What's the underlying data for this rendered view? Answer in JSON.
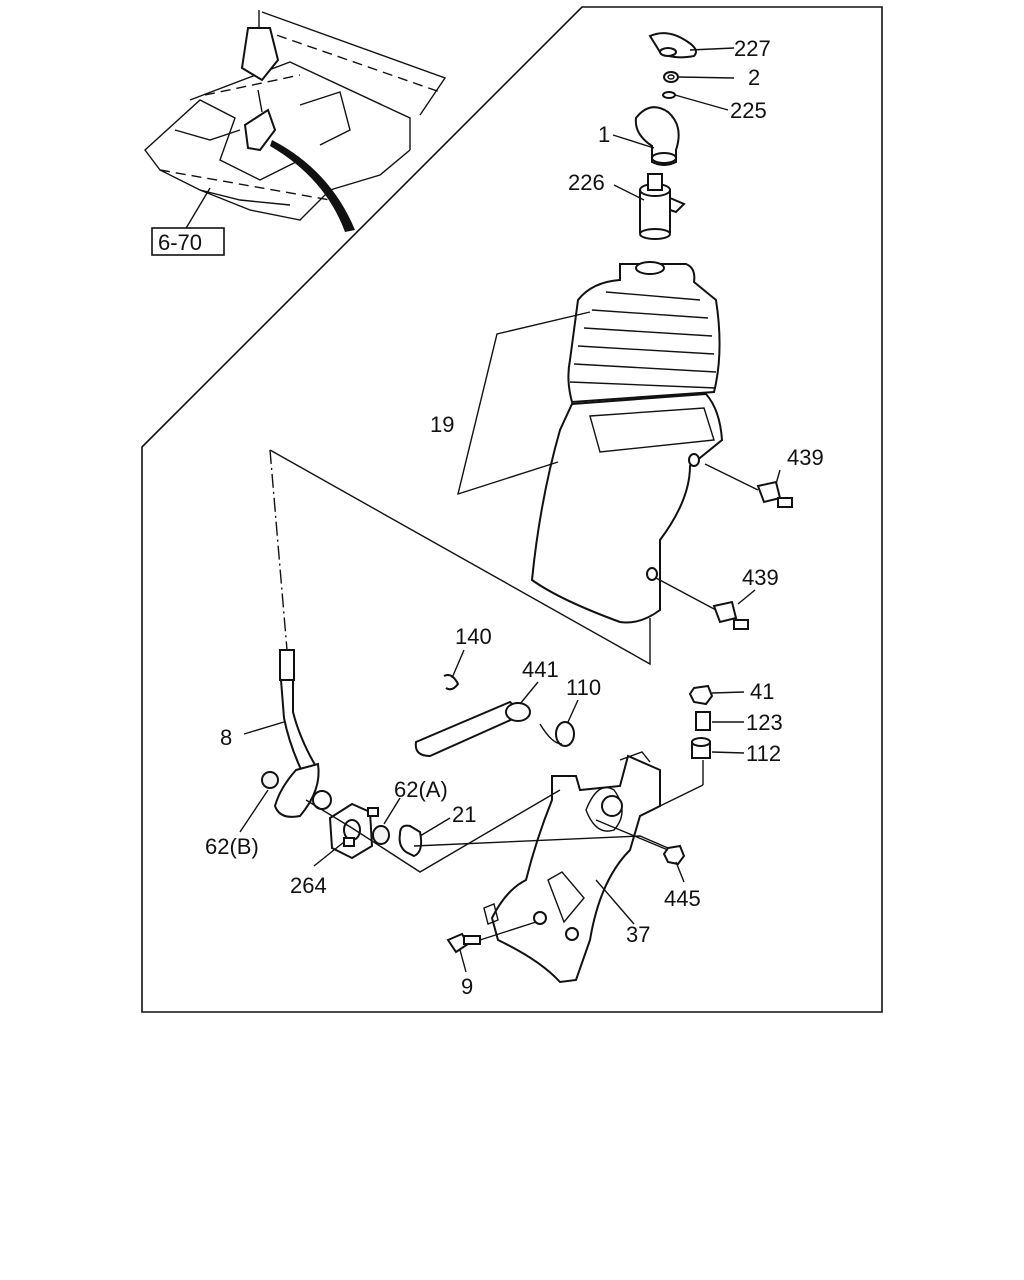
{
  "reference_box": {
    "label": "6-70"
  },
  "callouts": [
    {
      "id": "227",
      "text": "227"
    },
    {
      "id": "2",
      "text": "2"
    },
    {
      "id": "225",
      "text": "225"
    },
    {
      "id": "1",
      "text": "1"
    },
    {
      "id": "226",
      "text": "226"
    },
    {
      "id": "19",
      "text": "19"
    },
    {
      "id": "439a",
      "text": "439"
    },
    {
      "id": "439b",
      "text": "439"
    },
    {
      "id": "140",
      "text": "140"
    },
    {
      "id": "441",
      "text": "441"
    },
    {
      "id": "110",
      "text": "110"
    },
    {
      "id": "41",
      "text": "41"
    },
    {
      "id": "123",
      "text": "123"
    },
    {
      "id": "112",
      "text": "112"
    },
    {
      "id": "8",
      "text": "8"
    },
    {
      "id": "62A",
      "text": "62(A)"
    },
    {
      "id": "21",
      "text": "21"
    },
    {
      "id": "62B",
      "text": "62(B)"
    },
    {
      "id": "264",
      "text": "264"
    },
    {
      "id": "445",
      "text": "445"
    },
    {
      "id": "37",
      "text": "37"
    },
    {
      "id": "9",
      "text": "9"
    }
  ]
}
